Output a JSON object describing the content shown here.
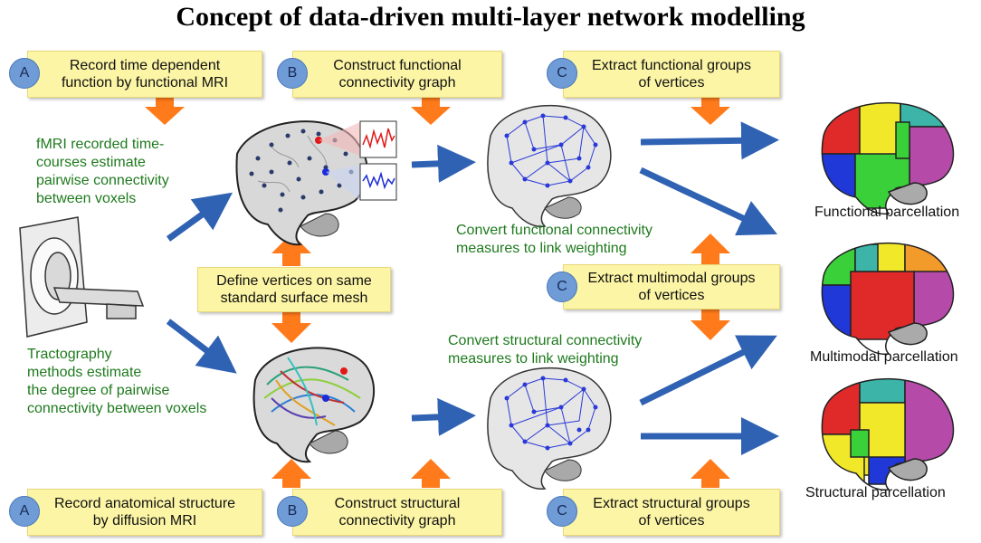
{
  "title": "Concept of data-driven multi-layer network modelling",
  "boxes": {
    "a_top": {
      "badge": "A",
      "text": "Record time dependent\nfunction by functional MRI"
    },
    "b_top": {
      "badge": "B",
      "text": "Construct functional\nconnectivity graph"
    },
    "c_top": {
      "badge": "C",
      "text": "Extract functional groups\nof vertices"
    },
    "define": {
      "text": "Define vertices on same\nstandard surface mesh"
    },
    "c_mid": {
      "badge": "C",
      "text": "Extract multimodal groups\nof vertices"
    },
    "a_bot": {
      "badge": "A",
      "text": "Record anatomical structure\nby diffusion MRI"
    },
    "b_bot": {
      "badge": "B",
      "text": "Construct structural\nconnectivity graph"
    },
    "c_bot": {
      "badge": "C",
      "text": "Extract structural groups\nof vertices"
    }
  },
  "notes": {
    "fmri": "fMRI recorded time-\ncourses estimate\npairwise connectivity\nbetween voxels",
    "tracto": "Tractography\nmethods estimate\nthe degree of pairwise\nconnectivity between voxels",
    "convert_func": "Convert functional connectivity\nmeasures to link weighting",
    "convert_struct": "Convert structural connectivity\nmeasures to link weighting"
  },
  "parcellations": {
    "functional": "Functional parcellation",
    "multimodal": "Multimodal parcellation",
    "structural": "Structural parcellation"
  },
  "colors": {
    "box": "#fcf5a5",
    "badge": "#6f9bd6",
    "orange_arrow": "#ff7a1a",
    "blue_arrow": "#2f62b2",
    "note_text": "#1e7a1e"
  }
}
